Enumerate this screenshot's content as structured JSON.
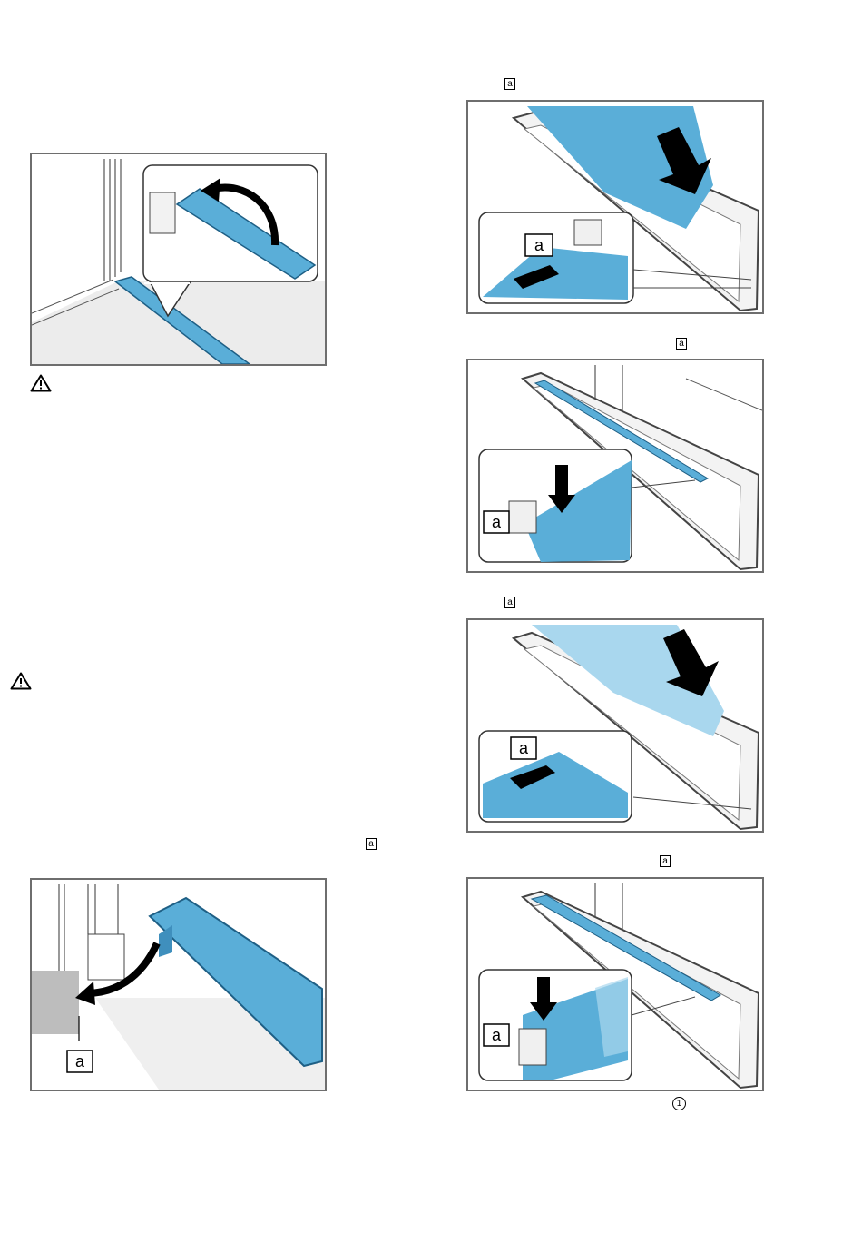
{
  "markers": {
    "a_label": "a",
    "circled_one": "1"
  },
  "warning_icons": [
    "warning-triangle-icon",
    "warning-triangle-icon"
  ],
  "figures": [
    {
      "id": "fig-clip-open",
      "callout": ""
    },
    {
      "id": "fig-clip-close",
      "callout": "a"
    },
    {
      "id": "fig-pane-insert-1",
      "callout": "a"
    },
    {
      "id": "fig-pane-seat-1",
      "callout": "a"
    },
    {
      "id": "fig-pane-insert-2",
      "callout": "a"
    },
    {
      "id": "fig-pane-seat-2",
      "callout": "a"
    }
  ],
  "colors": {
    "glass_blue": "#5aaed8",
    "glass_light": "#a9d7ee",
    "frame_grey": "#6e6e6e",
    "shadow_grey": "#e6e6e6"
  }
}
